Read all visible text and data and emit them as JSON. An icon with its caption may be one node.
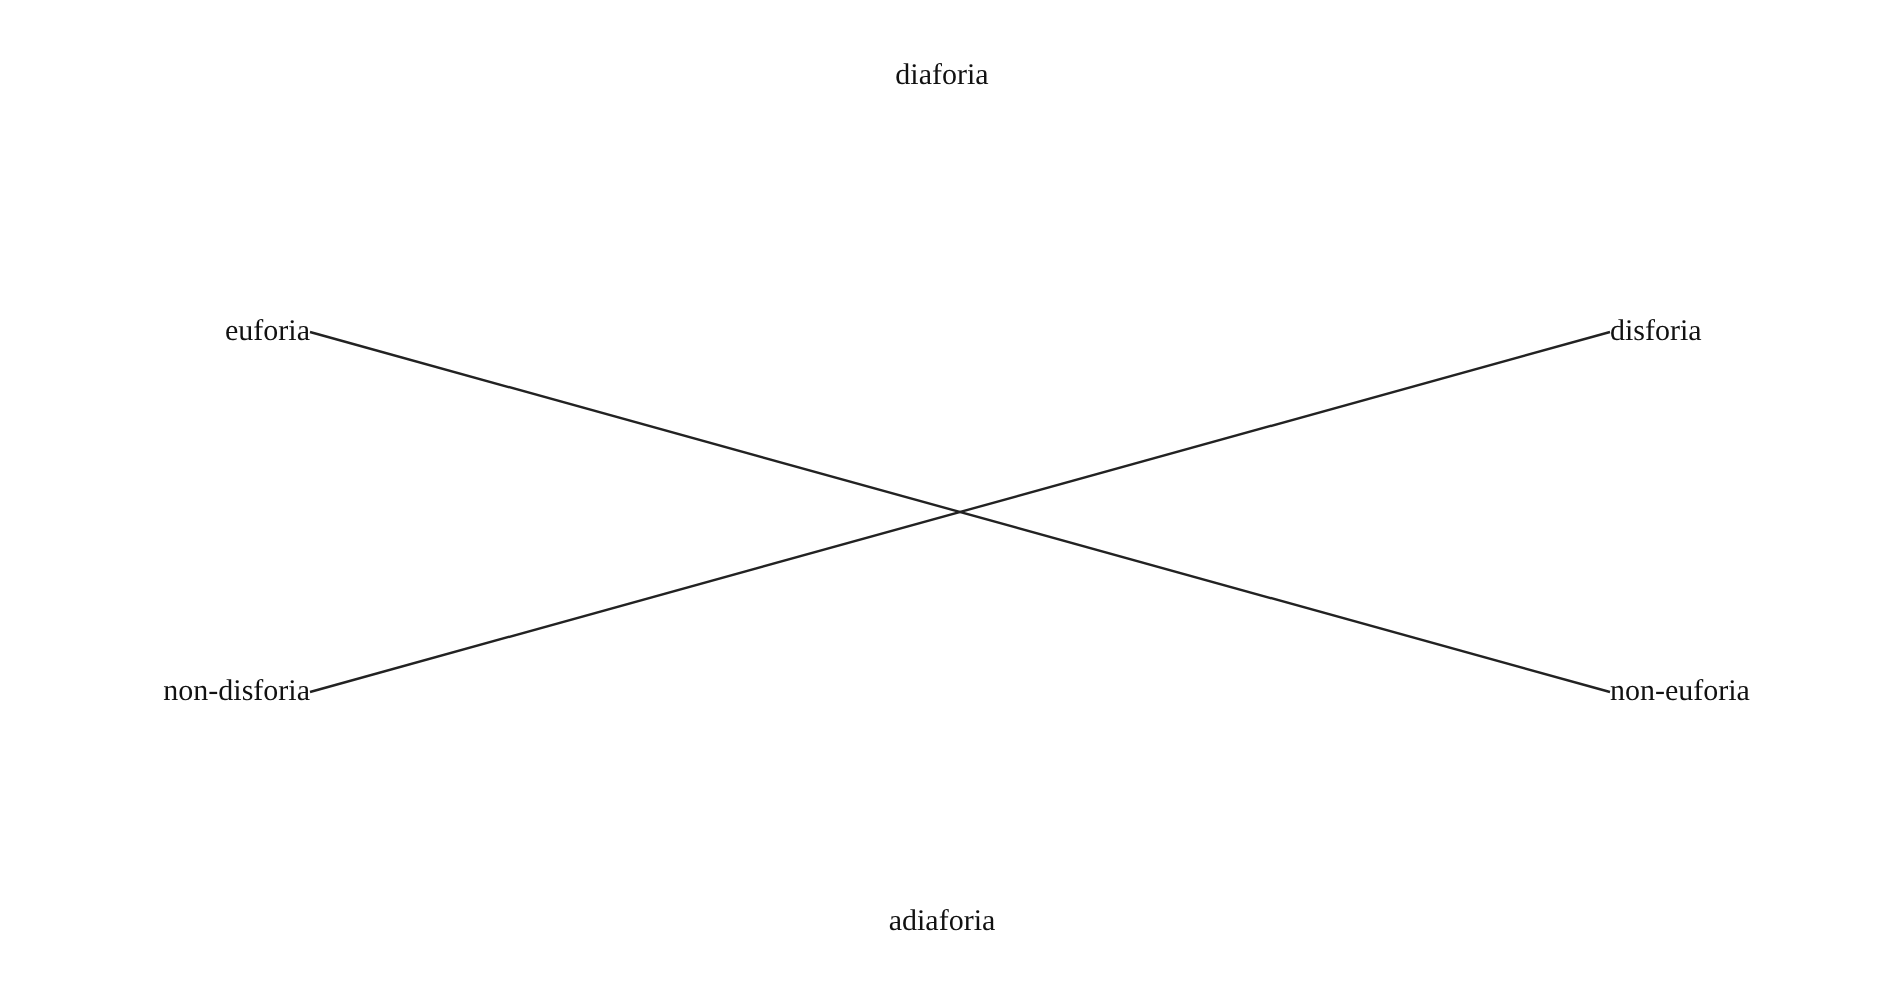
{
  "diagram": {
    "nodes": [
      {
        "text": [
          "euforia"
        ]
      },
      {
        "text": [
          "disforia"
        ]
      },
      {
        "text": [
          "non-disforia"
        ]
      },
      {
        "text": [
          "non-euforia"
        ]
      }
    ],
    "edges": [
      {
        "from": 0,
        "to": 3,
        "arrow": "none"
      },
      {
        "from": 2,
        "to": 1,
        "arrow": "none"
      }
    ],
    "labels": [
      "diaforia",
      "adiaforia"
    ]
  }
}
